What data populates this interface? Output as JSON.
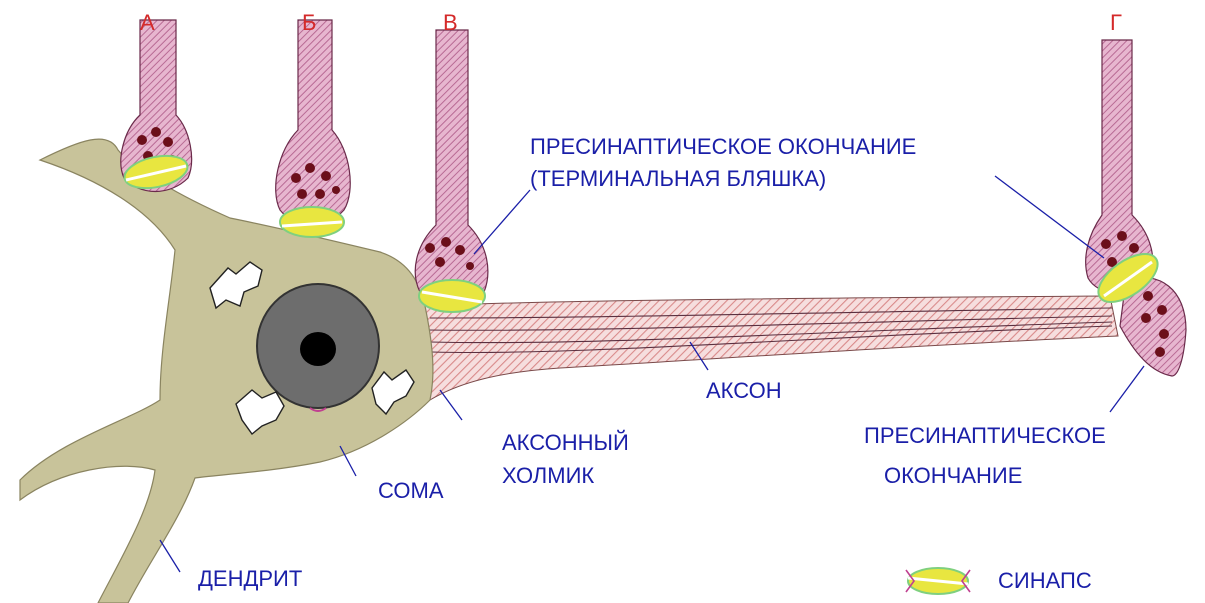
{
  "branch_labels": {
    "a": "А",
    "b": "Б",
    "v": "В",
    "g": "Г"
  },
  "labels": {
    "presynaptic_line1": "ПРЕСИНАПТИЧЕСКОЕ ОКОНЧАНИЕ",
    "presynaptic_line2": "(ТЕРМИНАЛЬНАЯ БЛЯШКА)",
    "axon": "АКСОН",
    "axon_hillock_line1": "АКСОННЫЙ",
    "axon_hillock_line2": "ХОЛМИК",
    "soma": "СОМА",
    "dendrite": "ДЕНДРИТ",
    "presynaptic2_line1": "ПРЕСИНАПТИЧЕСКОЕ",
    "presynaptic2_line2": "ОКОНЧАНИЕ",
    "legend_synapse": "СИНАПС"
  },
  "colors": {
    "label_blue": "#1a1fa8",
    "branch_red": "#d42a2a",
    "soma_fill": "#c8c39a",
    "terminal_fill": "#c97fa6",
    "vesicle": "#6b0f1a",
    "axon_stripe": "#d98a8a",
    "synapse_yellow": "#e8e640",
    "synapse_ring": "#7fd07f",
    "nucleus": "#6d6d6d"
  }
}
